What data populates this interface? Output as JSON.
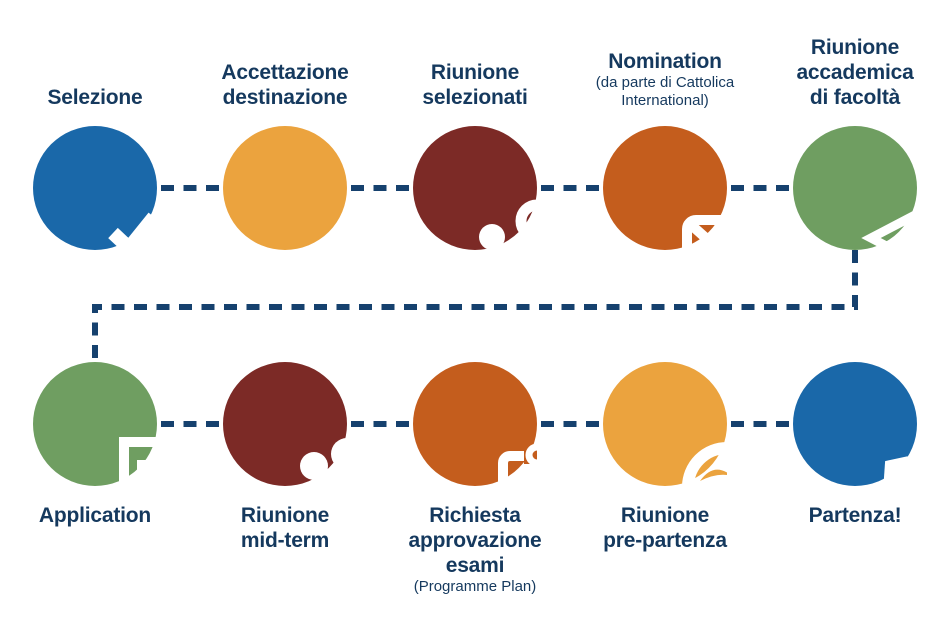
{
  "diagram": {
    "background": "#ffffff",
    "text_color": "#15395e",
    "connector_color": "#16416e",
    "palette": {
      "blue": "#1a68a9",
      "yellow_orange": "#eba33e",
      "maroon": "#7c2a26",
      "burnt_orange": "#c45d1d",
      "green": "#6f9e61"
    },
    "steps": [
      {
        "row": "top",
        "label_lines": [
          "Selezione"
        ],
        "sub_lines": [],
        "icon": "checklist-icon",
        "color": "#1a68a9"
      },
      {
        "row": "top",
        "label_lines": [
          "Accettazione",
          "destinazione"
        ],
        "sub_lines": [],
        "icon": "checkmark-icon",
        "color": "#eba33e"
      },
      {
        "row": "top",
        "label_lines": [
          "Riunione",
          "selezionati"
        ],
        "sub_lines": [],
        "icon": "group-icon",
        "color": "#7c2a26"
      },
      {
        "row": "top",
        "label_lines": [
          "Nomination"
        ],
        "sub_lines": [
          "(da parte di Cattolica",
          "International)"
        ],
        "icon": "mail-forward-icon",
        "color": "#c45d1d"
      },
      {
        "row": "top",
        "label_lines": [
          "Riunione",
          "accademica",
          "di facoltà"
        ],
        "sub_lines": [],
        "icon": "graduation-cap-icon",
        "color": "#6f9e61"
      },
      {
        "row": "bottom",
        "label_lines": [
          "Application"
        ],
        "sub_lines": [],
        "icon": "document-signature-icon",
        "color": "#6f9e61"
      },
      {
        "row": "bottom",
        "label_lines": [
          "Riunione",
          "mid-term"
        ],
        "sub_lines": [],
        "icon": "meeting-icon",
        "color": "#7c2a26"
      },
      {
        "row": "bottom",
        "label_lines": [
          "Richiesta",
          "approvazione",
          "esami"
        ],
        "sub_lines": [
          "(Programme Plan)"
        ],
        "icon": "clipboard-check-icon",
        "color": "#c45d1d"
      },
      {
        "row": "bottom",
        "label_lines": [
          "Riunione",
          "pre-partenza"
        ],
        "sub_lines": [],
        "icon": "headset-support-icon",
        "color": "#eba33e"
      },
      {
        "row": "bottom",
        "label_lines": [
          "Partenza!"
        ],
        "sub_lines": [],
        "icon": "plane-departure-icon",
        "color": "#1a68a9"
      }
    ]
  }
}
